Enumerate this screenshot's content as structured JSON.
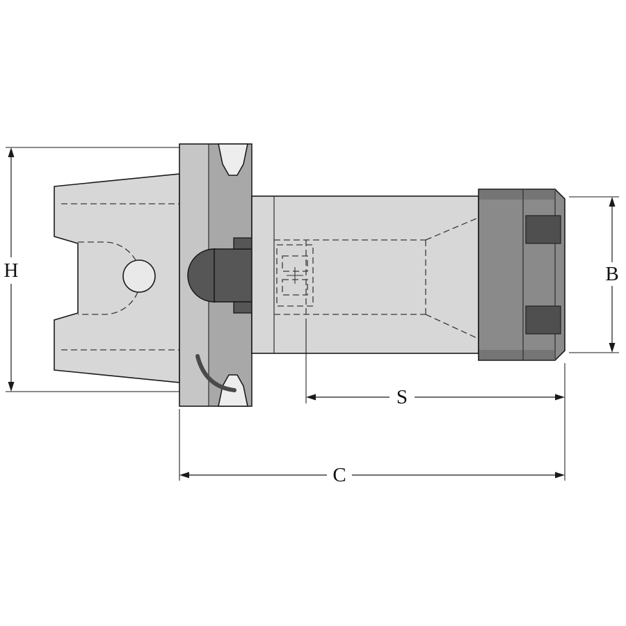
{
  "dimensions": {
    "h_label": "H",
    "b_label": "B",
    "s_label": "S",
    "c_label": "C"
  },
  "colors": {
    "background": "#ffffff",
    "line": "#1a1a1a",
    "hidden_line": "#3a3a3a",
    "shank_fill": "#d7d7d7",
    "flange_fill": "#c6c6c6",
    "flange_dark_fill": "#a8a8a8",
    "body_fill": "#d7d7d7",
    "nut_fill": "#8a8a8a",
    "nut_band_fill": "#757575",
    "nut_slot_fill": "#4f4f4f",
    "drive_block_fill": "#565656",
    "groove_fill": "#ededed",
    "bore_hole_fill": "#e9e9e9"
  }
}
